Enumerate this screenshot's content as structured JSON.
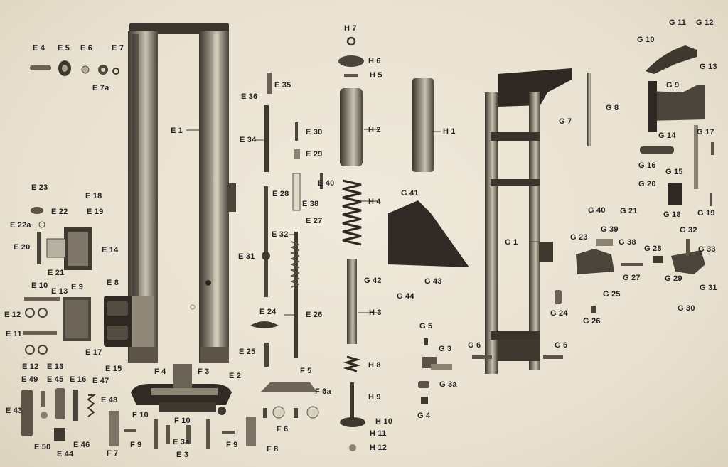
{
  "labels": {
    "E1": "E 1",
    "E2": "E 2",
    "E3": "E 3",
    "E3a": "E 3a",
    "E4": "E 4",
    "E5": "E 5",
    "E6": "E 6",
    "E7": "E 7",
    "E7a": "E 7a",
    "E8": "E 8",
    "E9": "E 9",
    "E10": "E 10",
    "E11": "E 11",
    "E12a": "E 12",
    "E12b": "E 12",
    "E13a": "E 13",
    "E13b": "E 13",
    "E14": "E 14",
    "E15": "E 15",
    "E16": "E 16",
    "E17": "E 17",
    "E18": "E 18",
    "E19": "E 19",
    "E20": "E 20",
    "E21": "E 21",
    "E22": "E 22",
    "E22a": "E 22a",
    "E23": "E 23",
    "E24": "E 24",
    "E25": "E 25",
    "E26": "E 26",
    "E27": "E 27",
    "E28": "E 28",
    "E29": "E 29",
    "E30": "E 30",
    "E31": "E 31",
    "E32": "E 32",
    "E34": "E 34",
    "E35": "E 35",
    "E36": "E 36",
    "E38": "E 38",
    "E40": "E 40",
    "E43": "E 43",
    "E44": "E 44",
    "E45": "E 45",
    "E46": "E 46",
    "E47": "E 47",
    "E48": "E 48",
    "E49": "E 49",
    "E50": "E 50",
    "F3": "F 3",
    "F4": "F 4",
    "F5": "F 5",
    "F6": "F 6",
    "F6a": "F 6a",
    "F7": "F 7",
    "F8": "F 8",
    "F9a": "F 9",
    "F9b": "F 9",
    "F10a": "F 10",
    "F10b": "F 10",
    "H1": "H 1",
    "H2": "H 2",
    "H3": "H 3",
    "H4": "H 4",
    "H5": "H 5",
    "H6": "H 6",
    "H7": "H 7",
    "H8": "H 8",
    "H9": "H 9",
    "H10": "H 10",
    "H11": "H 11",
    "H12": "H 12",
    "G1": "G 1",
    "G3": "G 3",
    "G3a": "G 3a",
    "G4": "G 4",
    "G5": "G 5",
    "G6a": "G 6",
    "G6b": "G 6",
    "G7": "G 7",
    "G8": "G 8",
    "G9": "G 9",
    "G10": "G 10",
    "G11": "G 11",
    "G12": "G 12",
    "G13": "G 13",
    "G14": "G 14",
    "G15": "G 15",
    "G16": "G 16",
    "G17": "G 17",
    "G18": "G 18",
    "G19": "G 19",
    "G20": "G 20",
    "G21": "G 21",
    "G23": "G 23",
    "G24": "G 24",
    "G25": "G 25",
    "G26": "G 26",
    "G27": "G 27",
    "G28": "G 28",
    "G29": "G 29",
    "G30": "G 30",
    "G31": "G 31",
    "G32": "G 32",
    "G33": "G 33",
    "G38": "G 38",
    "G39": "G 39",
    "G40": "G 40",
    "G41": "G 41",
    "G42": "G 42",
    "G43": "G 43",
    "G44": "G 44"
  }
}
